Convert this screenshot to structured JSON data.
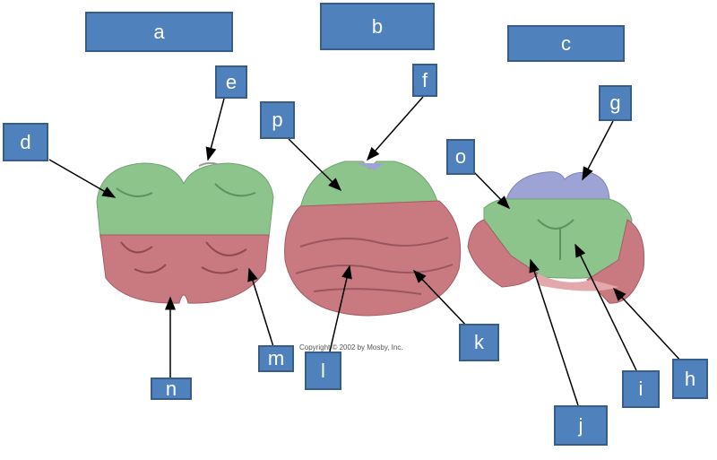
{
  "diagram": {
    "panels": {
      "a": "a",
      "b": "b",
      "c": "c"
    },
    "labels": {
      "d": "d",
      "e": "e",
      "f": "f",
      "g": "g",
      "h": "h",
      "i": "i",
      "j": "j",
      "k": "k",
      "l": "l",
      "m": "m",
      "n": "n",
      "o": "o",
      "p": "p"
    },
    "copyright": "Copyright © 2002 by Mosby, Inc.",
    "colors": {
      "label_fill": "#4f81bd",
      "label_border": "#385d8a",
      "dorsal_green": "#8cc48c",
      "ventral_red": "#c87a80",
      "tectum_blue": "#9ea3d6"
    }
  }
}
